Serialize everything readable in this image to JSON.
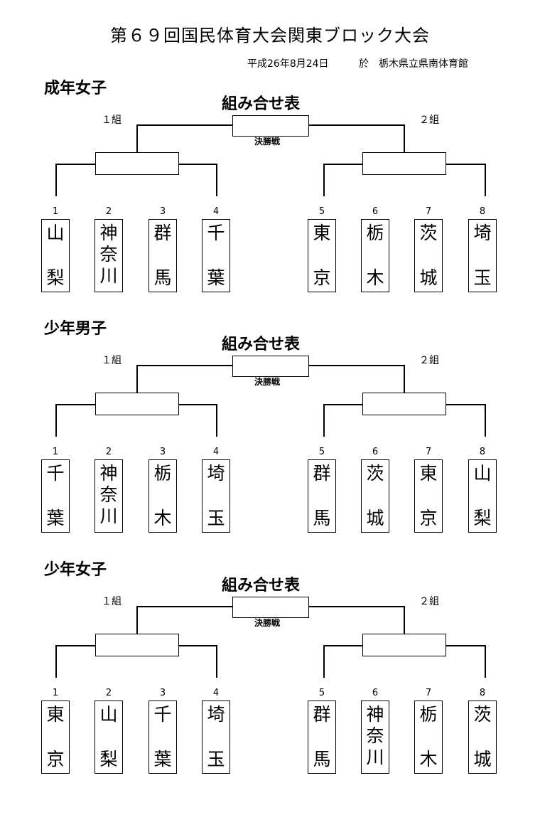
{
  "header": {
    "title": "第６９回国民体育大会関東ブロック大会",
    "date": "平成26年8月24日",
    "venue": "於　栃木県立県南体育館"
  },
  "sections": [
    {
      "category": "成年女子",
      "sheet_title": "組み合せ表",
      "final_label": "決勝戦",
      "group1": "１組",
      "group2": "２組",
      "teams": [
        {
          "no": "1",
          "name": "山梨",
          "chars": [
            "山",
            "梨"
          ]
        },
        {
          "no": "2",
          "name": "神奈川",
          "chars": [
            "神",
            "奈",
            "川"
          ]
        },
        {
          "no": "3",
          "name": "群馬",
          "chars": [
            "群",
            "馬"
          ]
        },
        {
          "no": "4",
          "name": "千葉",
          "chars": [
            "千",
            "葉"
          ]
        },
        {
          "no": "5",
          "name": "東京",
          "chars": [
            "東",
            "京"
          ]
        },
        {
          "no": "6",
          "name": "栃木",
          "chars": [
            "栃",
            "木"
          ]
        },
        {
          "no": "7",
          "name": "茨城",
          "chars": [
            "茨",
            "城"
          ]
        },
        {
          "no": "8",
          "name": "埼玉",
          "chars": [
            "埼",
            "玉"
          ]
        }
      ]
    },
    {
      "category": "少年男子",
      "sheet_title": "組み合せ表",
      "final_label": "決勝戦",
      "group1": "１組",
      "group2": "２組",
      "teams": [
        {
          "no": "1",
          "name": "千葉",
          "chars": [
            "千",
            "葉"
          ]
        },
        {
          "no": "2",
          "name": "神奈川",
          "chars": [
            "神",
            "奈",
            "川"
          ]
        },
        {
          "no": "3",
          "name": "栃木",
          "chars": [
            "栃",
            "木"
          ]
        },
        {
          "no": "4",
          "name": "埼玉",
          "chars": [
            "埼",
            "玉"
          ]
        },
        {
          "no": "5",
          "name": "群馬",
          "chars": [
            "群",
            "馬"
          ]
        },
        {
          "no": "6",
          "name": "茨城",
          "chars": [
            "茨",
            "城"
          ]
        },
        {
          "no": "7",
          "name": "東京",
          "chars": [
            "東",
            "京"
          ]
        },
        {
          "no": "8",
          "name": "山梨",
          "chars": [
            "山",
            "梨"
          ]
        }
      ]
    },
    {
      "category": "少年女子",
      "sheet_title": "組み合せ表",
      "final_label": "決勝戦",
      "group1": "１組",
      "group2": "２組",
      "teams": [
        {
          "no": "1",
          "name": "東京",
          "chars": [
            "東",
            "京"
          ]
        },
        {
          "no": "2",
          "name": "山梨",
          "chars": [
            "山",
            "梨"
          ]
        },
        {
          "no": "3",
          "name": "千葉",
          "chars": [
            "千",
            "葉"
          ]
        },
        {
          "no": "4",
          "name": "埼玉",
          "chars": [
            "埼",
            "玉"
          ]
        },
        {
          "no": "5",
          "name": "群馬",
          "chars": [
            "群",
            "馬"
          ]
        },
        {
          "no": "6",
          "name": "神奈川",
          "chars": [
            "神",
            "奈",
            "川"
          ]
        },
        {
          "no": "7",
          "name": "栃木",
          "chars": [
            "栃",
            "木"
          ]
        },
        {
          "no": "8",
          "name": "茨城",
          "chars": [
            "茨",
            "城"
          ]
        }
      ]
    }
  ]
}
